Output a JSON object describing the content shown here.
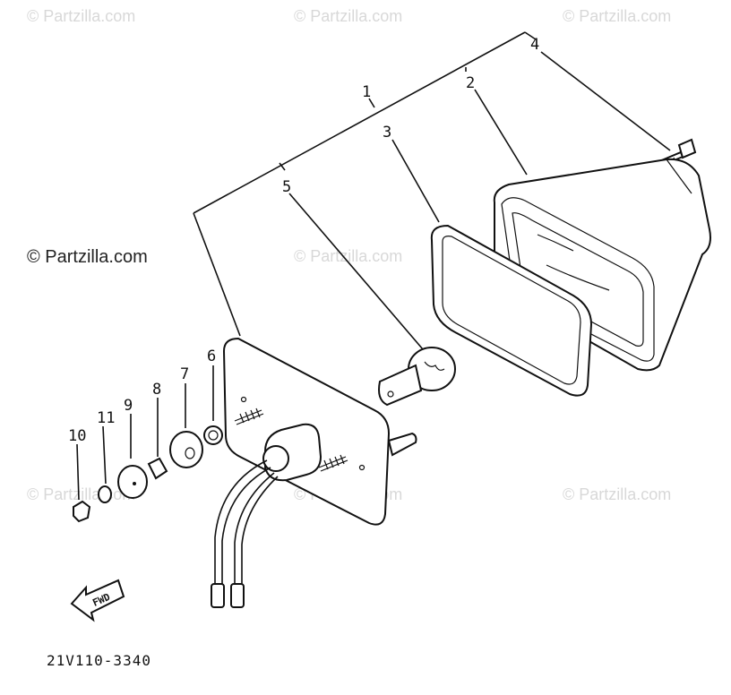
{
  "watermarks": {
    "text": "© Partzilla.com",
    "main": "© Partzilla.com"
  },
  "callouts": [
    "1",
    "2",
    "3",
    "4",
    "5",
    "6",
    "7",
    "8",
    "9",
    "10",
    "11"
  ],
  "arrow_label": "FWD",
  "diagram_code": "21V110-3340"
}
